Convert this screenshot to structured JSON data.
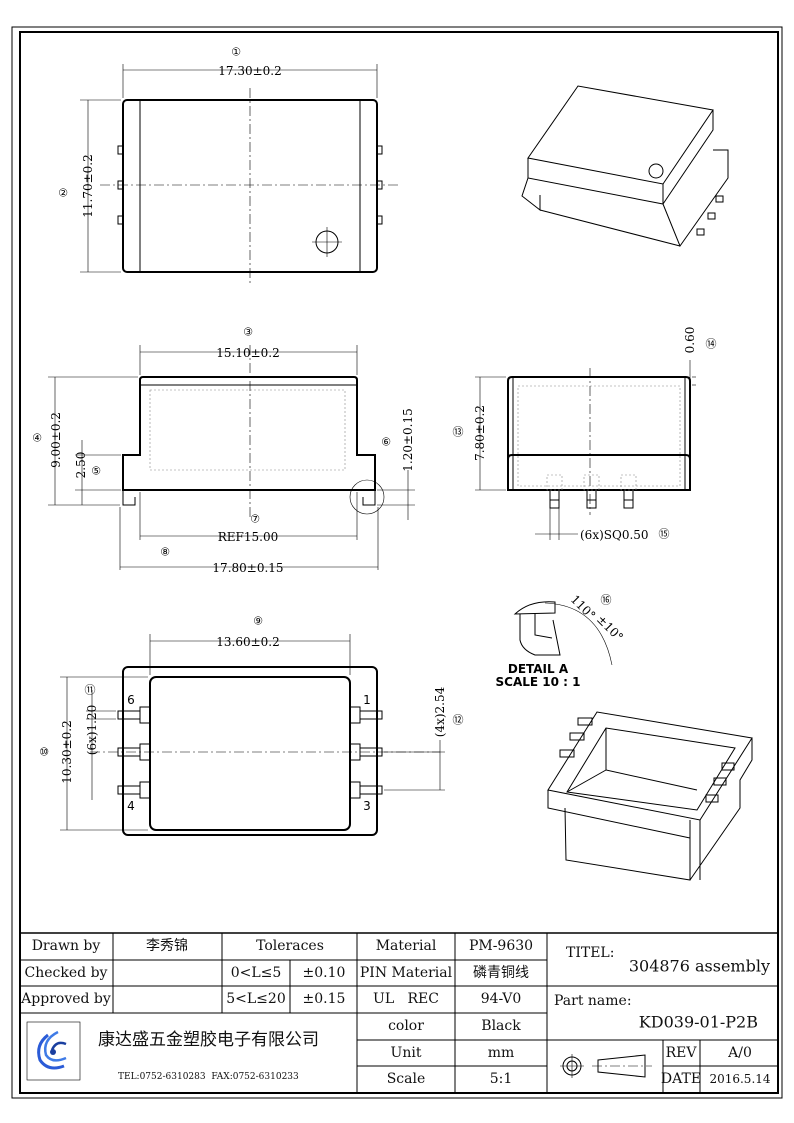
{
  "views": {
    "top": {
      "width_dim": "17.30±0.2",
      "height_dim": "11.70±0.2",
      "balloon_width": "①",
      "balloon_height": "②"
    },
    "front": {
      "width_dim": "15.10±0.2",
      "balloon_width": "③",
      "height_dim": "9.00±0.2",
      "balloon_height": "④",
      "flange_dim": "2.50",
      "balloon_flange": "⑤",
      "lead_dim": "1.20±0.15",
      "balloon_lead": "⑥",
      "ref_dim": "REF15.00",
      "balloon_ref": "⑦",
      "overall_dim": "17.80±0.15",
      "balloon_overall": "⑧"
    },
    "side": {
      "height_dim": "7.80±0.2",
      "balloon_height": "⑬",
      "top_dim": "0.60",
      "balloon_top": "⑭",
      "pin_dim": "(6x)SQ0.50",
      "balloon_pin": "⑮"
    },
    "detail": {
      "angle_dim": "110°",
      "tol_dim": "±10°",
      "balloon": "⑯",
      "title": "DETAIL A",
      "scale": "SCALE 10 : 1"
    },
    "bottom": {
      "width_dim": "13.60±0.2",
      "balloon_width": "⑨",
      "height_dim": "10.30±0.2",
      "balloon_height": "⑩",
      "pitch_left": "(6x)1.20",
      "balloon_pitch_left": "⑪",
      "pitch_right": "(4x)2.54",
      "balloon_pitch_right": "⑫",
      "pin_labels": {
        "p1": "1",
        "p3": "3",
        "p4": "4",
        "p6": "6"
      }
    }
  },
  "title_block": {
    "drawn_by_label": "Drawn by",
    "drawn_by": "李秀锦",
    "checked_by_label": "Checked by",
    "checked_by": "",
    "approved_by_label": "Approved by",
    "approved_by": "",
    "tolerances_label": "Toleraces",
    "tol_range_1": "0<L≤5",
    "tol_value_1": "±0.10",
    "tol_range_2": "5<L≤20",
    "tol_value_2": "±0.15",
    "material_label": "Material",
    "material": "PM-9630",
    "pin_material_label": "PIN Material",
    "pin_material": "磷青铜线",
    "ul_label": "UL   REC",
    "ul": "94-V0",
    "color_label": "color",
    "color": "Black",
    "unit_label": "Unit",
    "unit": "mm",
    "scale_label": "Scale",
    "scale": "5:1",
    "title_label": "TITEL:",
    "title": "304876 assembly",
    "part_name_label": "Part name:",
    "part_name": "KD039-01-P2B",
    "rev_label": "REV",
    "rev": "A/0",
    "date_label": "DATE",
    "date": "2016.5.14",
    "company": "康达盛五金塑胶电子有限公司",
    "contact": "TEL:0752-6310283  FAX:0752-6310233",
    "logo_color": "#2a5bd7"
  }
}
